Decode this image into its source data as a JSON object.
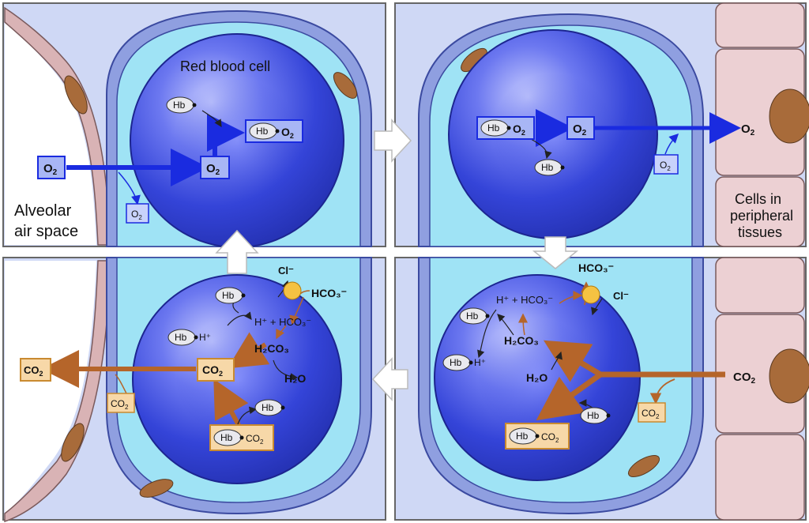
{
  "labels": {
    "rbc": "Red blood cell",
    "alveolar_line1": "Alveolar",
    "alveolar_line2": "air space",
    "cells_line1": "Cells in",
    "cells_line2": "peripheral",
    "cells_line3": "tissues"
  },
  "chem": {
    "hb": "Hb",
    "o2": "O",
    "co2": "CO",
    "sub2": "2",
    "h2o": "H₂O",
    "h2co3": "H₂CO₃",
    "hplus": "H⁺",
    "h_plus_hco3": "H⁺ + HCO₃⁻",
    "hco3": "HCO₃⁻",
    "cl": "Cl⁻"
  },
  "colors": {
    "o2_arrow": "#1a2be0",
    "co2_arrow": "#b5652a",
    "plasma": "#9fe3f5",
    "capillary_wall": "#8f9fe0",
    "tissue_cell": "#ecd0d3",
    "nucleus": "#a86b3a",
    "rbc_blue": "#3f4ee0",
    "panel_bg": "#cfd8f5",
    "exchanger": "#f5c242",
    "co2_box": "#f7d8a8"
  }
}
